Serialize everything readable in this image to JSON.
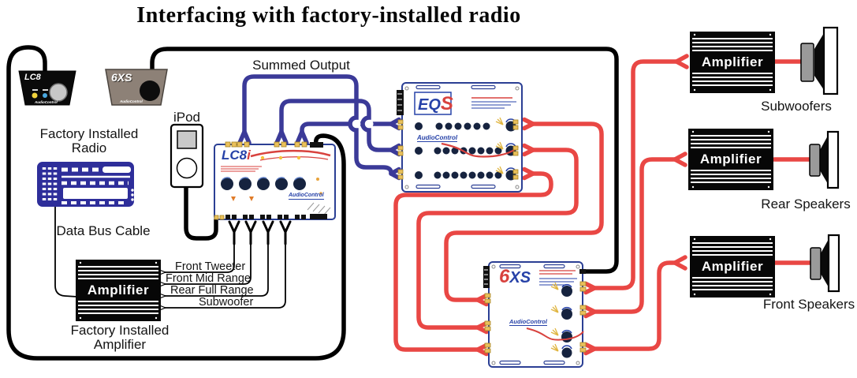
{
  "title": "Interfacing with factory-installed radio",
  "annotations": {
    "summed_output": "Summed Output",
    "ipod": "iPod",
    "data_bus": "Data Bus Cable",
    "factory_radio": [
      "Factory Installed",
      "Radio"
    ],
    "factory_amp": [
      "Factory Installed",
      "Amplifier"
    ],
    "channels": [
      "Front Tweeter",
      "Front Mid Range",
      "Rear Full Range",
      "Subwoofer"
    ],
    "speakers": [
      "Subwoofers",
      "Rear Speakers",
      "Front Speakers"
    ]
  },
  "amplifier_label": "Amplifier",
  "devices": {
    "lc8i": {
      "logo": "LC8",
      "logo_suffix": "i",
      "brand": "AudioControl"
    },
    "eqs": {
      "logo": "EQ",
      "logo_suffix": "S",
      "brand": "AudioControl"
    },
    "sixxs": {
      "logo_prefix": "6",
      "logo": "XS",
      "brand": "AudioControl"
    },
    "lc8_remote": {
      "logo": "LC8",
      "brand": "AudioControl"
    },
    "sixxs_remote": {
      "logo": "6XS",
      "brand": "AudioControl"
    }
  },
  "colors": {
    "wire_black": "#000000",
    "wire_blue": "#3b3a98",
    "wire_red": "#e94744",
    "radio_navy": "#2e2e9a",
    "device_border": "#2b3f94",
    "jack_yellow": "#e9c05c",
    "remote_gray": "#8d8177"
  }
}
